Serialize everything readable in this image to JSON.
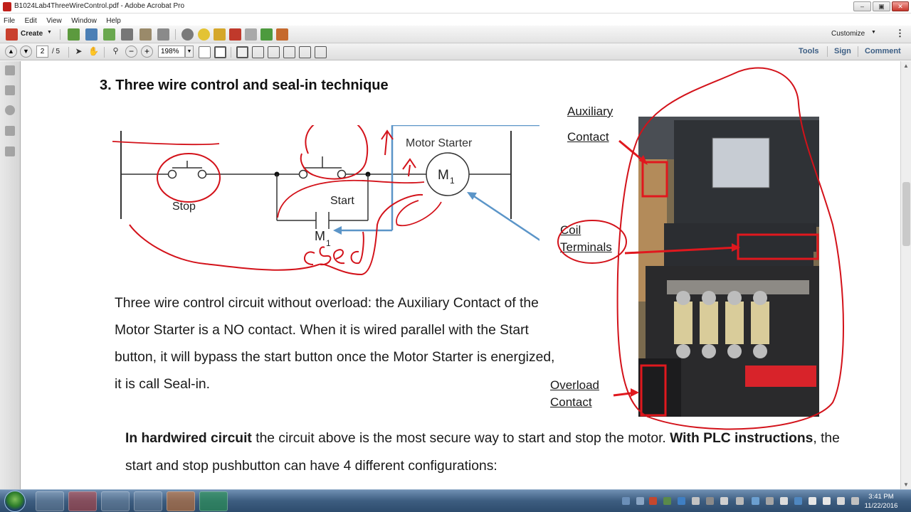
{
  "window": {
    "title": "B1024Lab4ThreeWireControl.pdf - Adobe Acrobat Pro"
  },
  "menu": [
    "File",
    "Edit",
    "View",
    "Window",
    "Help"
  ],
  "toolbar": {
    "create_label": "Create",
    "customize_label": "Customize"
  },
  "nav": {
    "page_current": "2",
    "page_total": "/ 5",
    "zoom": "198%",
    "tools_label": "Tools",
    "sign_label": "Sign",
    "comment_label": "Comment"
  },
  "document": {
    "heading": "3.   Three wire control and seal-in technique",
    "diagram": {
      "start_label": "Start",
      "stop_label": "Stop",
      "motor_starter_label": "Motor Starter",
      "coil_label": "M",
      "coil_sub": "1",
      "contact_label": "M",
      "contact_sub": "1",
      "handwritten_note": "closed"
    },
    "photo_labels": {
      "auxiliary": "Auxiliary",
      "contact": "Contact",
      "coil": "Coil",
      "terminals": "Terminals",
      "overload": "Overload",
      "overload_contact": "Contact"
    },
    "paragraph1": "Three wire control circuit without overload: the Auxiliary Contact of the Motor Starter is a NO contact. When it is wired parallel with the Start button, it will bypass the start button once the Motor Starter is energized, it is call Seal-in.",
    "paragraph2_bold1": "In hardwired circuit",
    "paragraph2_text1": " the circuit above is the most secure way to start and stop the motor. ",
    "paragraph2_bold2": "With PLC instructions",
    "paragraph2_text2": ", the start and stop pushbutton can have 4 different configurations:"
  },
  "taskbar": {
    "time": "3:41 PM",
    "date": "11/22/2016"
  },
  "colors": {
    "ink_red": "#d3121a",
    "annotation_blue": "#5b95c8",
    "taskbar": "#3d5d80"
  }
}
